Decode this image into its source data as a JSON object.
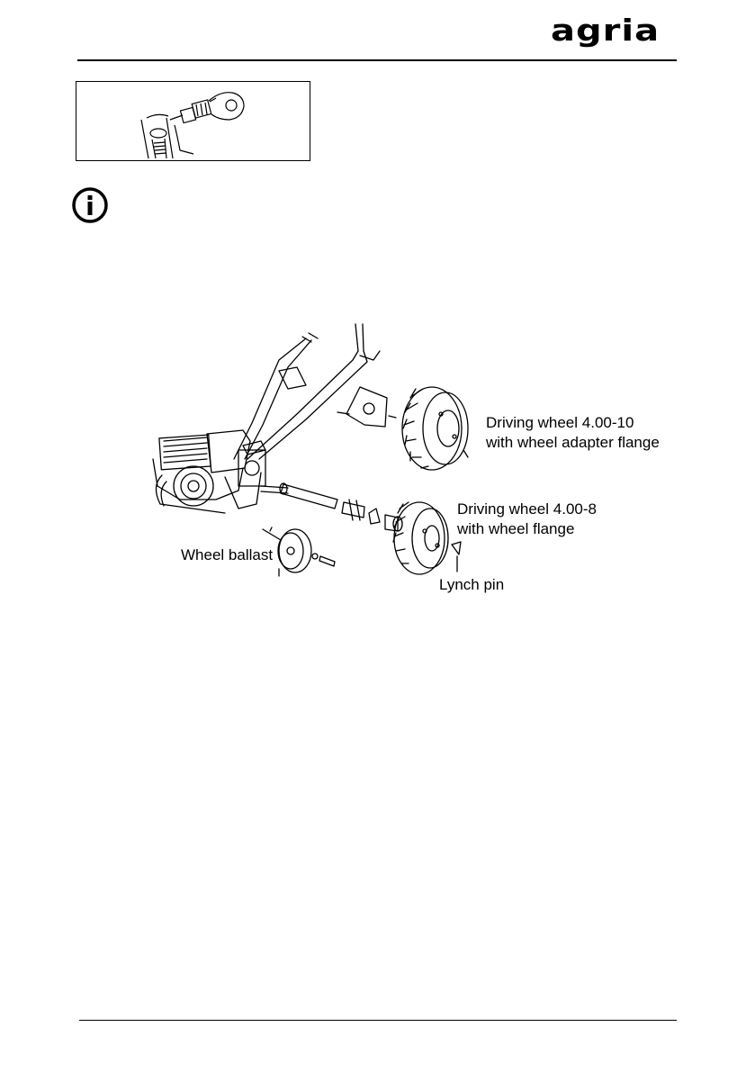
{
  "header": {
    "logo_text": "agria"
  },
  "figure": {
    "labels": {
      "wheel_10_line1": "Driving wheel 4.00-10",
      "wheel_10_line2": "with wheel adapter flange",
      "wheel_8_line1": "Driving wheel 4.00-8",
      "wheel_8_line2": "with wheel flange",
      "ballast": "Wheel ballast",
      "lynch": "Lynch pin"
    }
  }
}
